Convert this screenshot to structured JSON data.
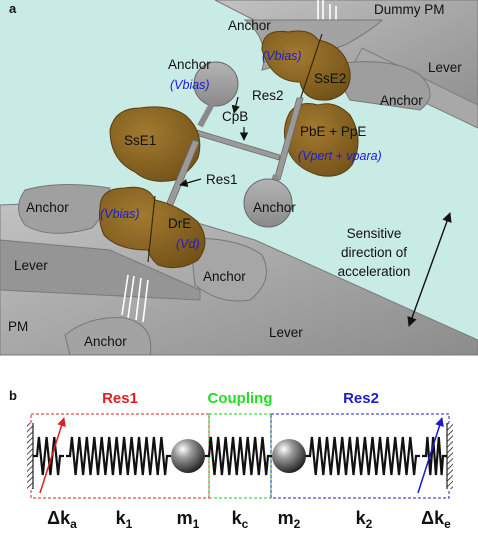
{
  "panel_a": {
    "panel_label": "a",
    "labels": {
      "dummy_pm": "Dummy PM",
      "anchor_top": "Anchor",
      "lever_top_right": "Lever",
      "anchor_right": "Anchor",
      "anchor_center": "Anchor",
      "vbias_center": "(Vbias)",
      "vbias_top": "(Vbias)",
      "sse2": "SsE2",
      "res2": "Res2",
      "cpb": "CpB",
      "sse1": "SsE1",
      "pbe_ppe": "PbE + PpE",
      "vpert_vpara": "(Vpert + vpara)",
      "res1": "Res1",
      "anchor_left": "Anchor",
      "vbias_left": "(Vbias)",
      "dre": "DrE",
      "vd": "(Vd)",
      "anchor_mid": "Anchor",
      "lever_left": "Lever",
      "anchor_lower": "Anchor",
      "pm": "PM",
      "lever_bottom": "Lever",
      "anchor_bottom": "Anchor",
      "sensitive_line1": "Sensitive",
      "sensitive_line2": "direction of",
      "sensitive_line3": "acceleration"
    }
  },
  "panel_b": {
    "panel_label": "b",
    "headings": {
      "res1": "Res1",
      "coupling": "Coupling",
      "res2": "Res2"
    },
    "heading_colors": {
      "res1": "#e02020",
      "coupling": "#22dd22",
      "res2": "#2020c0"
    },
    "symbols": {
      "dka": "Δka",
      "k1": "k1",
      "m1": "m1",
      "kc": "kc",
      "m2": "m2",
      "k2": "k2",
      "dke": "Δke"
    }
  },
  "colors": {
    "background_a": "#c8ebe5",
    "metal": "#9e9e9e",
    "electrode": "#8a6420"
  }
}
